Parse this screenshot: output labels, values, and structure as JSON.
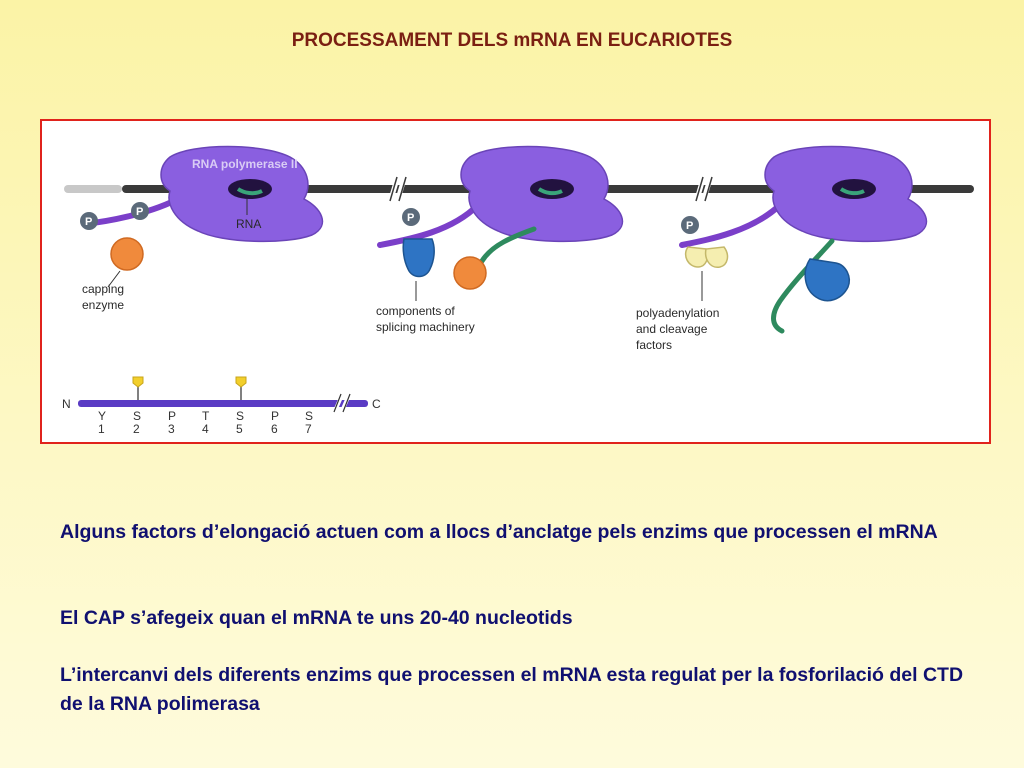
{
  "slide": {
    "title": "PROCESSAMENT DELS mRNA EN EUCARIOTES"
  },
  "figure": {
    "polymerase_label": "RNA polymerase II",
    "rna_label": "RNA",
    "phospho_label": "P",
    "capping_label_line1": "capping",
    "capping_label_line2": "enzyme",
    "splicing_label_line1": "components of",
    "splicing_label_line2": "splicing machinery",
    "polyA_label_line1": "polyadenylation",
    "polyA_label_line2": "and cleavage",
    "polyA_label_line3": "factors",
    "ctd": {
      "n_label": "N",
      "c_label": "C",
      "residues": [
        "Y",
        "S",
        "P",
        "T",
        "S",
        "P",
        "S"
      ],
      "positions": [
        "1",
        "2",
        "3",
        "4",
        "5",
        "6",
        "7"
      ]
    },
    "colors": {
      "frame": "#e0231c",
      "polymerase": "#8a5fe0",
      "dna": "#3a3a3a",
      "ctd_tail": "#7b3fc9",
      "capping_enzyme": "#f08a3c",
      "splicing": "#2e74c4",
      "polyA_factors": "#f5eeb0",
      "rna": "#2e8a5e",
      "phosphate": "#5b6a7a",
      "ctd_marker": "#f2cf2c"
    }
  },
  "points": [
    "Alguns factors d’elongació actuen com a llocs d’anclatge pels enzims que processen el mRNA",
    "El CAP s’afegeix quan el mRNA te uns 20-40 nucleotids",
    "L’intercanvi dels diferents enzims que processen el mRNA esta regulat per la fosforilació del CTD de la RNA polimerasa"
  ]
}
